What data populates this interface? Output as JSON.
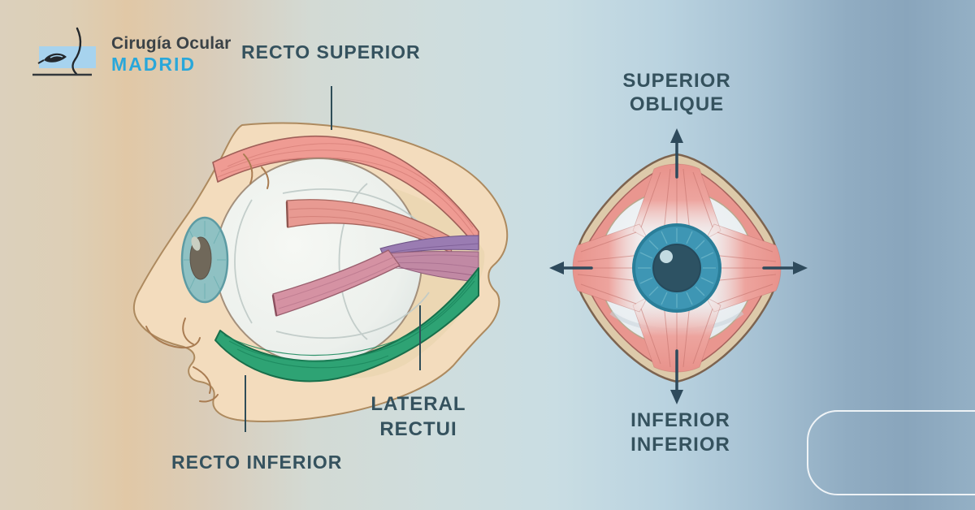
{
  "brand": {
    "name": "Cirugía Ocular",
    "city": "MADRID"
  },
  "left_diagram": {
    "label_top": "RECTO SUPERIOR",
    "label_bottom": "RECTO INFERIOR",
    "label_right_line1": "LATERAL",
    "label_right_line2": "RECTUI"
  },
  "right_diagram": {
    "label_top_line1": "SUPERIOR",
    "label_top_line2": "OBLIQUE",
    "label_bottom_line1": "INFERIOR",
    "label_bottom_line2": "INFERIOR"
  },
  "palette": {
    "label_text": "#35525e",
    "brand_name_color": "#3b4247",
    "brand_city_color": "#29a7da",
    "arrow_color": "#2e4a5c",
    "muscle_salmon": "#ef9b93",
    "muscle_pink": "#e89a92",
    "muscle_lower_pink": "#d592a3",
    "muscle_mauve": "#c189a4",
    "muscle_purple": "#9a7cb2",
    "muscle_green": "#2ea374",
    "skin": "#f3dcbd",
    "orbit_tan": "#ddcaaa",
    "iris_teal_front": "#3e96b4",
    "pupil_front": "#2d5263",
    "iris_side": "#8fc1c3",
    "logo_blue": "#a7d3ee"
  }
}
